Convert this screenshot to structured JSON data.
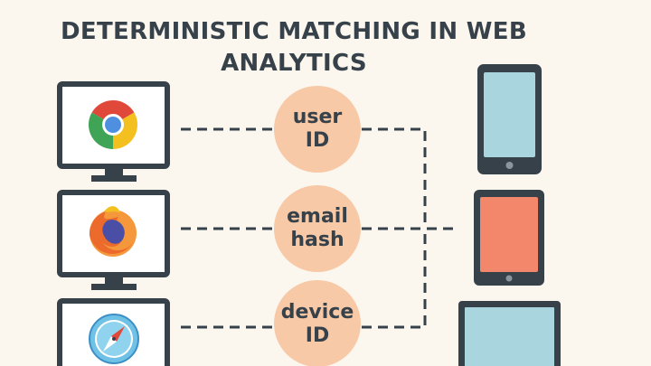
{
  "title": {
    "line1": "DETERMINISTIC MATCHING IN WEB",
    "line2": "ANALYTICS"
  },
  "nodes": [
    {
      "line1": "user",
      "line2": "ID"
    },
    {
      "line1": "email",
      "line2": "hash"
    },
    {
      "line1": "device",
      "line2": "ID"
    }
  ],
  "icons": {
    "browsers": [
      "chrome-icon",
      "firefox-icon",
      "safari-icon"
    ],
    "devices": [
      "smartphone-icon",
      "tablet-icon",
      "laptop-icon"
    ]
  },
  "colors": {
    "background": "#fbf6ee",
    "ink": "#37414a",
    "node_fill": "#f8c9a6",
    "phone_screen": "#a8d5de",
    "tablet_screen": "#f2876b",
    "laptop_screen": "#a8d5de"
  }
}
